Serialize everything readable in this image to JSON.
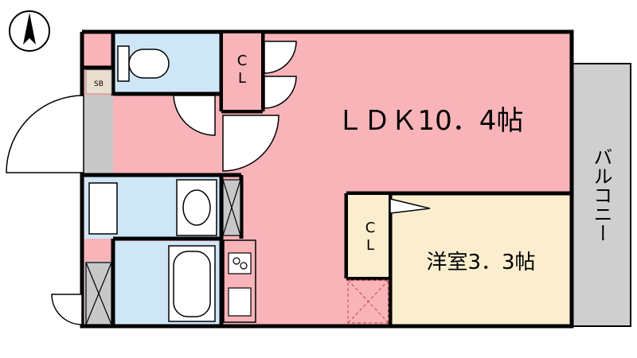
{
  "compass": {
    "symbol": "north-arrow"
  },
  "rooms": {
    "ldk": {
      "label": "ＬＤＫ10．4帖",
      "color": "#f8b4b9"
    },
    "western": {
      "label": "洋室3．3帖",
      "color": "#fbeecf"
    },
    "balcony": {
      "label": "バルコニー",
      "color": "#cfcfcf"
    },
    "closet_ldk": {
      "label_top": "C",
      "label_bottom": "L"
    },
    "closet_western": {
      "label_top": "C",
      "label_bottom": "L"
    },
    "shoebox": {
      "label": "SB"
    },
    "wet_area_color": "#cfe6f7"
  }
}
